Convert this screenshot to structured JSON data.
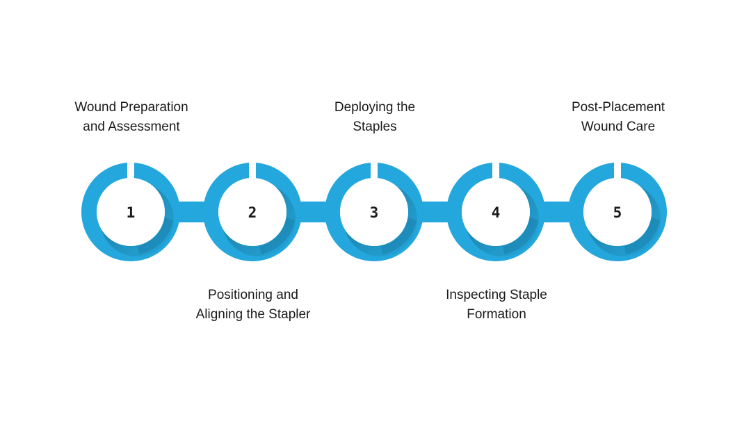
{
  "colors": {
    "accent": "#24A7DC",
    "accent_shadow": "#1B80AC",
    "background": "#FFFFFF",
    "text": "#1A1A1A"
  },
  "steps": [
    {
      "number": "1",
      "label_lines": [
        "Wound Preparation",
        "and Assessment"
      ],
      "label_position": "above"
    },
    {
      "number": "2",
      "label_lines": [
        "Positioning and",
        "Aligning the Stapler"
      ],
      "label_position": "below"
    },
    {
      "number": "3",
      "label_lines": [
        "Deploying the",
        "Staples"
      ],
      "label_position": "above"
    },
    {
      "number": "4",
      "label_lines": [
        "Inspecting Staple",
        "Formation"
      ],
      "label_position": "below"
    },
    {
      "number": "5",
      "label_lines": [
        "Post-Placement",
        "Wound Care"
      ],
      "label_position": "above"
    }
  ]
}
